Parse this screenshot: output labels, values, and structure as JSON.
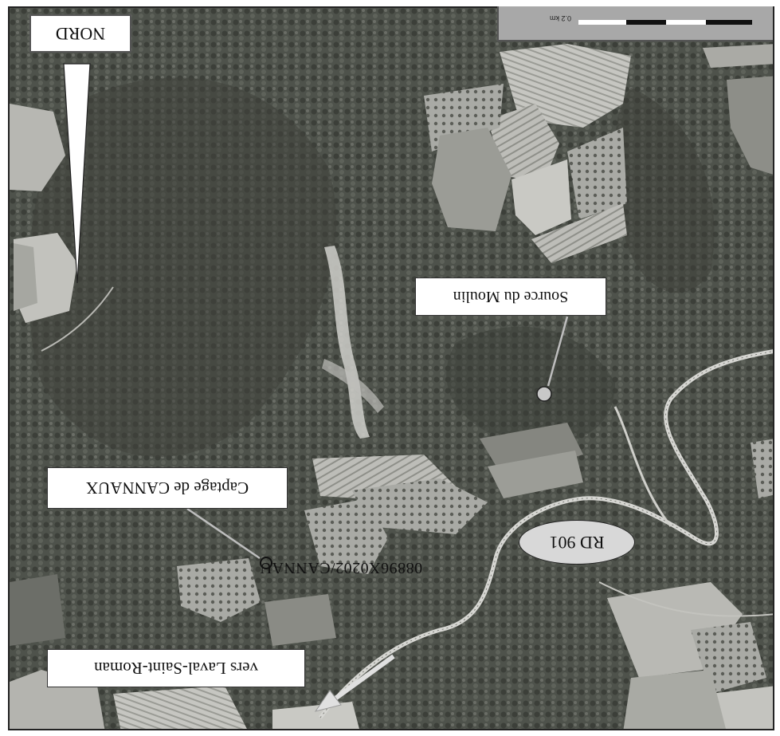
{
  "map": {
    "north_label": "NORD",
    "scale_label": "0.2 km",
    "labels": {
      "source_du_moulin": "Source du Moulin",
      "captage": "Captage de CANNAUX",
      "vers_laval": "vers Laval-Saint-Roman",
      "road": "RD 901",
      "reference_code": "08896X0202/CANNAU"
    },
    "orientation": "rotated 180°",
    "colors": {
      "label_background": "#ffffff",
      "road_ellipse": "#d8d8d8",
      "marker": "#c8c8c8",
      "arrow": "#e0e0e0"
    }
  }
}
